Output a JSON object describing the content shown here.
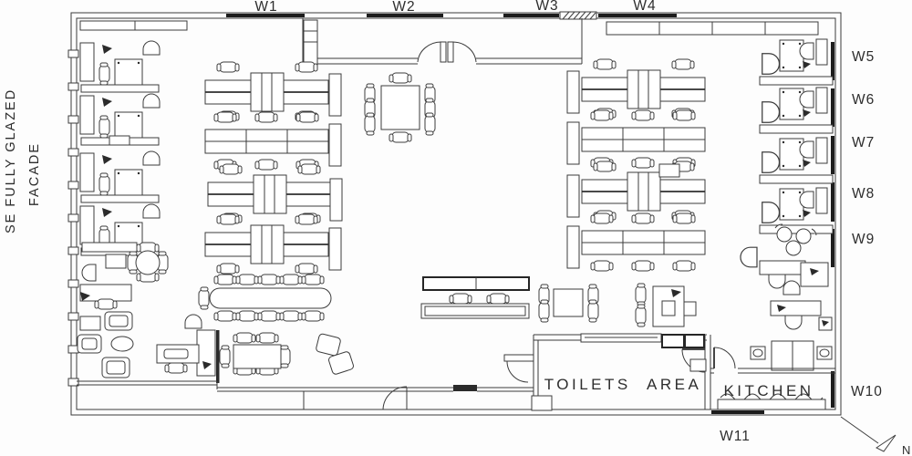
{
  "drawing": {
    "facade_label": {
      "line1": "SE FULLY GLAZED",
      "line2": "FACADE"
    },
    "window_labels": {
      "w1": "W1",
      "w2": "W2",
      "w3": "W3",
      "w4": "W4",
      "w5": "W5",
      "w6": "W6",
      "w7": "W7",
      "w8": "W8",
      "w9": "W9",
      "w10": "W10",
      "w11": "W11"
    },
    "room_labels": {
      "toilets": "TOILETS  AREA",
      "kitchen": "KITCHEN"
    },
    "compass_label": "N",
    "colors": {
      "line": "#3c3c3c",
      "dark": "#1c1c1c",
      "background": "#fdfdfd"
    }
  }
}
